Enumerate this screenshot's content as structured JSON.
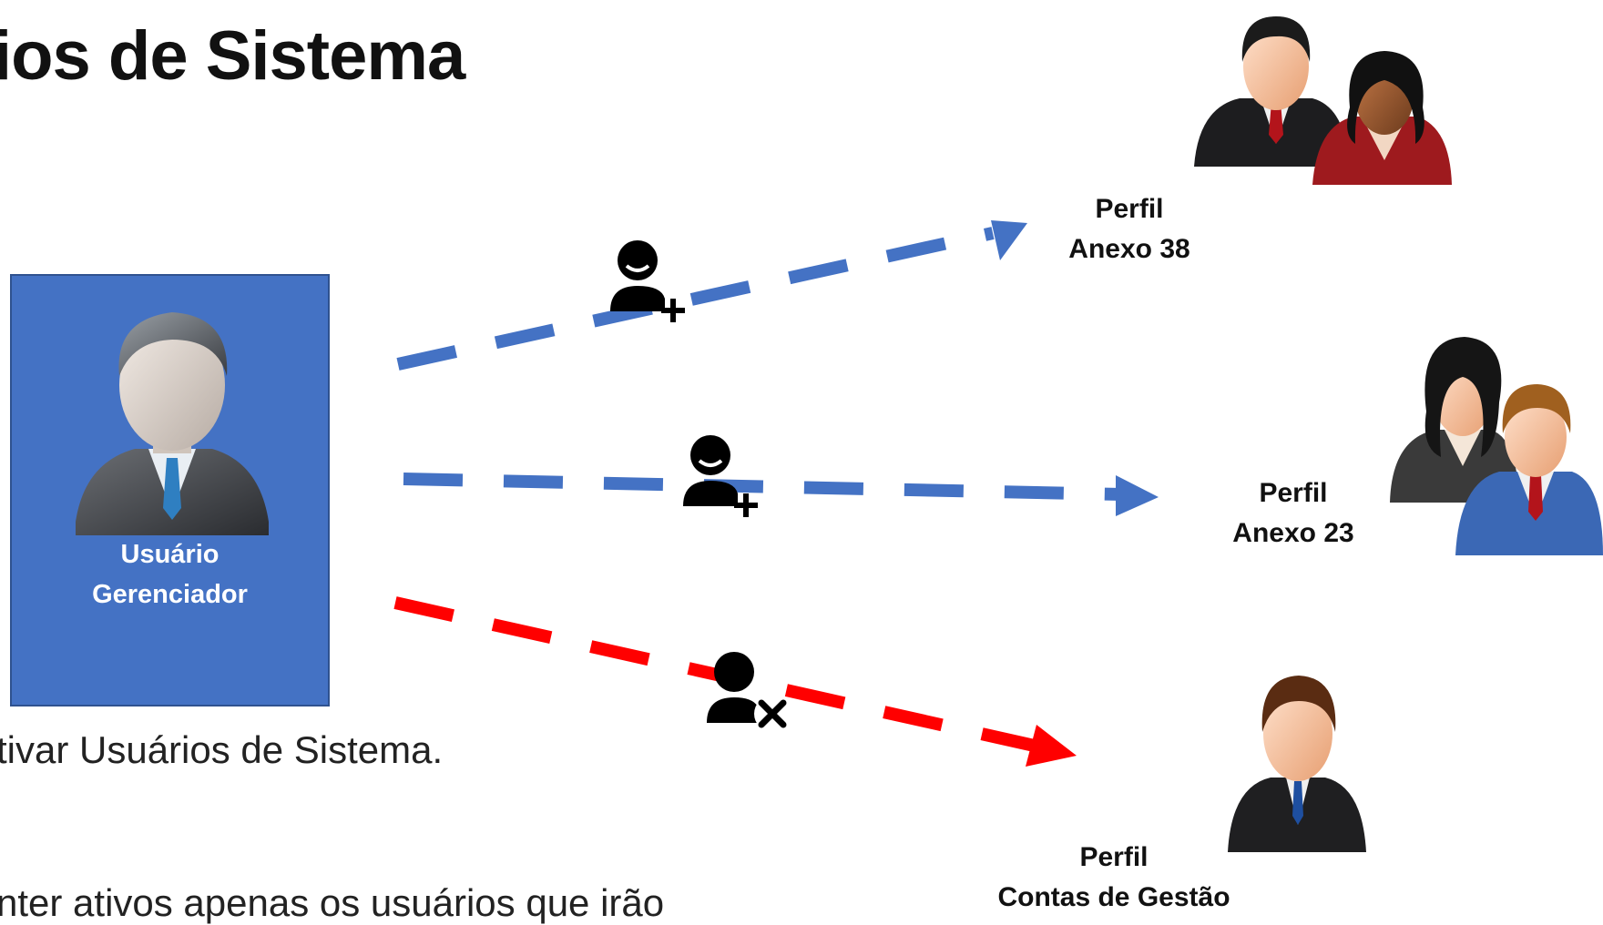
{
  "slide": {
    "title": "ios de Sistema",
    "body_line_1": "tivar Usuários de Sistema.",
    "body_line_2": "nter ativos apenas os usuários que irão"
  },
  "manager": {
    "line1": "Usuário",
    "line2": "Gerenciador",
    "box_color": "#4472c4"
  },
  "profiles": [
    {
      "line1": "Perfil",
      "line2": "Anexo 38",
      "arrow_color": "#4472c4",
      "action_icon": "user-add-icon"
    },
    {
      "line1": "Perfil",
      "line2": "Anexo 23",
      "arrow_color": "#4472c4",
      "action_icon": "user-add-icon"
    },
    {
      "line1": "Perfil",
      "line2": "Contas de Gestão",
      "arrow_color": "#ff0000",
      "action_icon": "user-remove-icon"
    }
  ]
}
